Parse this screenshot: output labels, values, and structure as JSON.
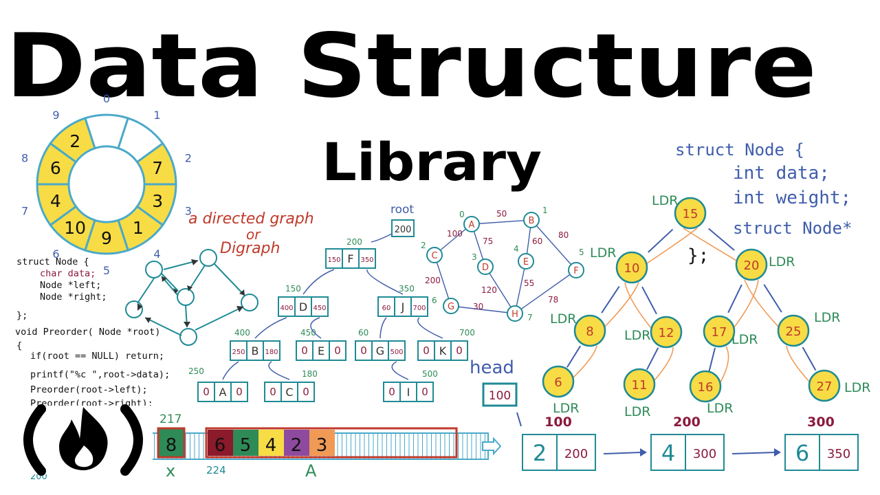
{
  "title": "Data Structure",
  "subtitle": "Library",
  "colors": {
    "teal": "#1f8a95",
    "yellow": "#f7dc45",
    "orange": "#f09a55",
    "blue": "#3f5dab",
    "red": "#c0392b",
    "green": "#2e8b57",
    "maroon": "#8b1a3d",
    "purple": "#8e4a9e",
    "cyan": "#4aa9c9"
  },
  "circular_queue": {
    "indices": [
      "0",
      "1",
      "2",
      "3",
      "4",
      "5",
      "6",
      "7",
      "8",
      "9"
    ],
    "cells": [
      "",
      "",
      "7",
      "3",
      "1",
      "9",
      "10",
      "4",
      "6",
      "2"
    ]
  },
  "directed_graph": {
    "caption_line1": "a directed graph",
    "caption_line2": "or",
    "caption_line3": "Digraph"
  },
  "c_code": {
    "line1": "struct Node {",
    "line2": "char data;",
    "line3": "Node *left;",
    "line4": "Node *right;",
    "line5": "};",
    "line6": "void Preorder( Node *root)",
    "line7": "{",
    "line8": "if(root == NULL) return;",
    "line9": "printf(\"%c \",root->data);",
    "line10": "Preorder(root->left);",
    "line11": "Preorder(root->right);"
  },
  "binary_tree": {
    "root_label": "root",
    "root_value": "200",
    "nodes": [
      {
        "addr": "200",
        "left": "150",
        "data": "F",
        "right": "350"
      },
      {
        "addr": "150",
        "left": "400",
        "data": "D",
        "right": "450"
      },
      {
        "addr": "350",
        "left": "60",
        "data": "J",
        "right": "700"
      },
      {
        "addr": "400",
        "left": "250",
        "data": "B",
        "right": "180"
      },
      {
        "addr": "450",
        "left": "0",
        "data": "E",
        "right": "0"
      },
      {
        "addr": "60",
        "left": "0",
        "data": "G",
        "right": "500"
      },
      {
        "addr": "700",
        "left": "0",
        "data": "K",
        "right": "0"
      },
      {
        "addr": "250",
        "left": "0",
        "data": "A",
        "right": "0"
      },
      {
        "addr": "180",
        "left": "0",
        "data": "C",
        "right": "0"
      },
      {
        "addr": "500",
        "left": "0",
        "data": "I",
        "right": "0"
      }
    ]
  },
  "weighted_graph": {
    "nodes": [
      {
        "label": "A",
        "index": "0"
      },
      {
        "label": "B",
        "index": "1"
      },
      {
        "label": "C",
        "index": "2"
      },
      {
        "label": "D",
        "index": "3"
      },
      {
        "label": "E",
        "index": "4"
      },
      {
        "label": "F",
        "index": "5"
      },
      {
        "label": "G",
        "index": "6"
      },
      {
        "label": "H",
        "index": "7"
      }
    ],
    "weights": [
      "50",
      "100",
      "75",
      "60",
      "80",
      "200",
      "55",
      "120",
      "30",
      "78"
    ]
  },
  "struct_code": {
    "line1": "struct Node {",
    "line2": "int data;",
    "line3": "int weight;",
    "line4": "struct Node*",
    "line5": "};"
  },
  "bst": {
    "traversal_label": "LDR",
    "nodes": [
      "15",
      "10",
      "20",
      "8",
      "12",
      "17",
      "25",
      "6",
      "11",
      "16",
      "27"
    ]
  },
  "linked_list": {
    "head_label": "head",
    "head_value": "100",
    "nodes": [
      {
        "addr": "100",
        "data": "2",
        "next": "200"
      },
      {
        "addr": "200",
        "data": "4",
        "next": "300"
      },
      {
        "addr": "300",
        "data": "6",
        "next": "350"
      }
    ]
  },
  "memory_strip": {
    "addr_x": "217",
    "x_value": "8",
    "x_label": "x",
    "addr_a": "224",
    "array_values": [
      "6",
      "5",
      "4",
      "2",
      "3"
    ],
    "array_label": "A",
    "left_addr": "200"
  }
}
